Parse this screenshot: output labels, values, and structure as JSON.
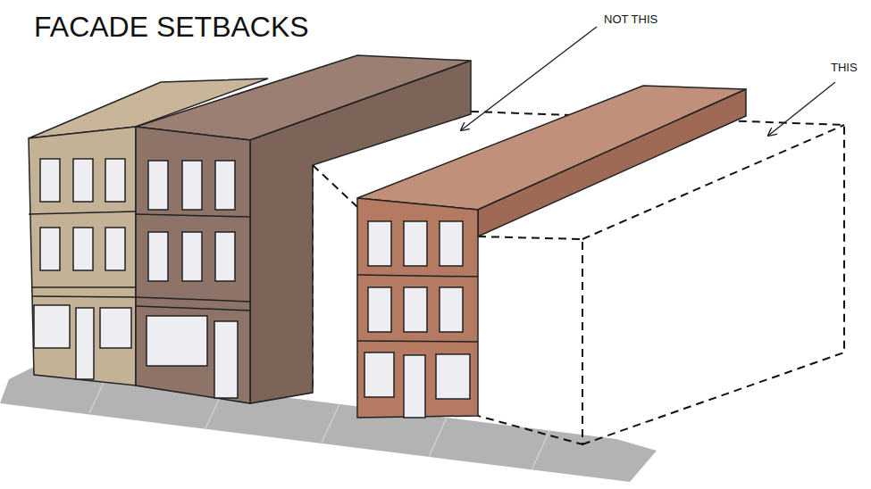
{
  "diagram": {
    "title": "FACADE SETBACKS",
    "labels": [
      "NOT THIS",
      "THIS"
    ]
  }
}
